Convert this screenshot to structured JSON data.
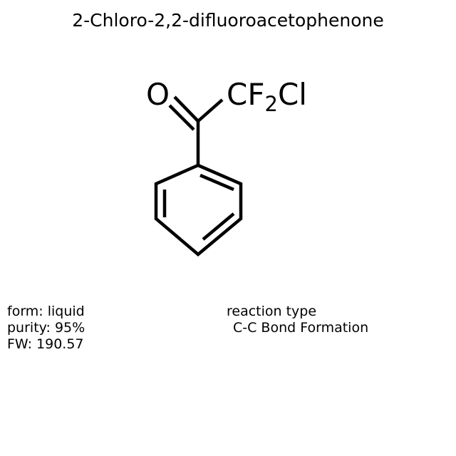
{
  "title": "2-Chloro-2,2-difluoroacetophenone",
  "structure": {
    "oxygen_label": "O",
    "substituent_label_main": "CF",
    "substituent_label_sub": "2",
    "substituent_label_tail": "Cl",
    "substituent_label_full": "CF2Cl",
    "ring_name": "benzene-ring",
    "bond_color": "#000000",
    "background_color": "#ffffff"
  },
  "properties": {
    "form": "form: liquid",
    "purity": "purity: 95%",
    "fw": "FW: 190.57"
  },
  "reaction": {
    "label": "reaction type",
    "value": "C-C Bond Formation"
  }
}
